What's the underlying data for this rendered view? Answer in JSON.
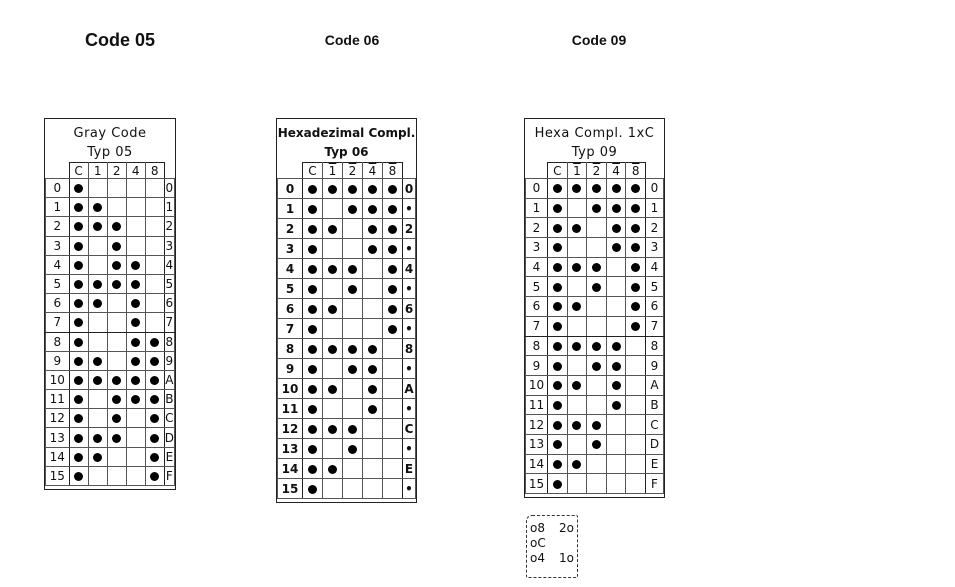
{
  "tables": [
    {
      "title": "Code 05",
      "header_lines": [
        "Gray Code",
        "Typ 05"
      ],
      "columns": [
        "C",
        "1",
        "2",
        "4",
        "8"
      ],
      "overline": [
        false,
        false,
        false,
        false,
        false
      ],
      "row_labels": [
        "0",
        "1",
        "2",
        "3",
        "4",
        "5",
        "6",
        "7",
        "8",
        "9",
        "10",
        "11",
        "12",
        "13",
        "14",
        "15"
      ],
      "right_labels": [
        "0",
        "1",
        "2",
        "3",
        "4",
        "5",
        "6",
        "7",
        "8",
        "9",
        "A",
        "B",
        "C",
        "D",
        "E",
        "F"
      ],
      "dots": [
        "10000",
        "11000",
        "11100",
        "10100",
        "10110",
        "11110",
        "11010",
        "10010",
        "10011",
        "11011",
        "11111",
        "10111",
        "10101",
        "11101",
        "11001",
        "10001"
      ]
    },
    {
      "title": "Code 06",
      "header_lines": [
        "Hexadezimal Compl.",
        "Typ 06"
      ],
      "columns": [
        "C",
        "1",
        "2",
        "4",
        "8"
      ],
      "overline": [
        false,
        true,
        true,
        true,
        true
      ],
      "row_labels": [
        "0",
        "1",
        "2",
        "3",
        "4",
        "5",
        "6",
        "7",
        "8",
        "9",
        "10",
        "11",
        "12",
        "13",
        "14",
        "15"
      ],
      "right_labels": [
        "0",
        "•",
        "2",
        "•",
        "4",
        "•",
        "6",
        "•",
        "8",
        "•",
        "A",
        "•",
        "C",
        "•",
        "E",
        "•"
      ],
      "dots": [
        "11111",
        "10111",
        "11011",
        "10011",
        "11101",
        "10101",
        "11001",
        "10001",
        "11110",
        "10110",
        "11010",
        "10010",
        "11100",
        "10100",
        "11000",
        "10000"
      ]
    },
    {
      "title": "Code 09",
      "header_lines": [
        "Hexa Compl. 1xC",
        "Typ 09"
      ],
      "columns": [
        "C",
        "1",
        "2",
        "4",
        "8"
      ],
      "overline": [
        false,
        true,
        true,
        true,
        true
      ],
      "row_labels": [
        "0",
        "1",
        "2",
        "3",
        "4",
        "5",
        "6",
        "7",
        "8",
        "9",
        "10",
        "11",
        "12",
        "13",
        "14",
        "15"
      ],
      "right_labels": [
        "0",
        "1",
        "2",
        "3",
        "4",
        "5",
        "6",
        "7",
        "8",
        "9",
        "A",
        "B",
        "C",
        "D",
        "E",
        "F"
      ],
      "dots": [
        "11111",
        "10111",
        "11011",
        "10011",
        "11101",
        "10101",
        "11001",
        "10001",
        "11110",
        "10110",
        "11010",
        "10010",
        "11100",
        "10100",
        "11000",
        "10000"
      ]
    }
  ],
  "legend": {
    "top_left": "o8",
    "top_right": "2o",
    "middle": "oC",
    "bottom_left": "o4",
    "bottom_right": "1o"
  }
}
